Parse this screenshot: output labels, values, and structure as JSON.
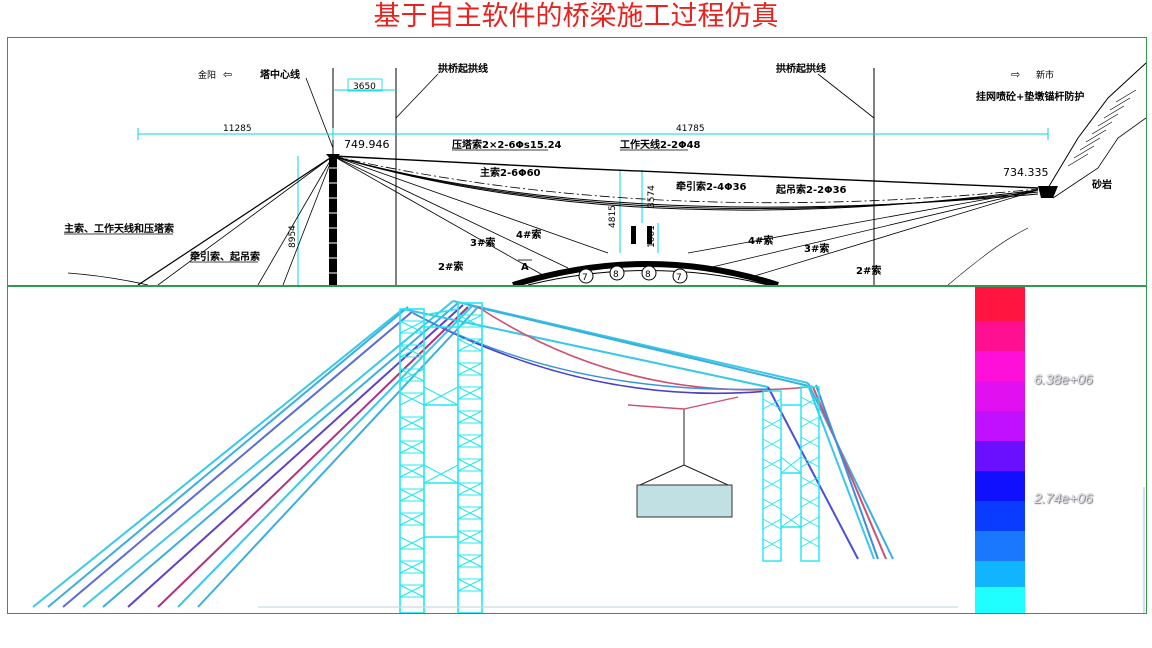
{
  "slide": {
    "title": "基于自主软件的桥梁施工过程仿真"
  },
  "drawing": {
    "left_direction": "金阳",
    "right_direction": "新市",
    "tower_center_label": "塔中心线",
    "arch_start_left": "拱桥起拱线",
    "arch_start_right": "拱桥起拱线",
    "protection_label": "挂网喷砼+垫墩锚杆防护",
    "rock_label": "砂岩",
    "dim_3650": "3650",
    "dim_11285": "11285",
    "dim_41785": "41785",
    "elev_left": "749.946",
    "elev_right": "734.335",
    "dim_8954": "8954",
    "dim_4815": "4815",
    "dim_3574": "3574",
    "dim_1001": "1001",
    "cable_press": "压塔索2×2-6Φs15.24",
    "cable_work": "工作天线2-2Φ48",
    "cable_main": "主索2-6Φ60",
    "cable_traction": "牵引索2-4Φ36",
    "cable_lift": "起吊索2-2Φ36",
    "label_main_work_press": "主索、工作天线和压塔索",
    "label_traction_lift": "牵引索、起吊索",
    "label_3": "3#索",
    "label_4": "4#索",
    "label_2": "2#索",
    "section_mark": "A",
    "arch_numbers": [
      "7",
      "8",
      "8",
      "7"
    ]
  },
  "simulation": {
    "legend": {
      "colors": [
        "#ff1540",
        "#ff1090",
        "#ff10d8",
        "#c810ff",
        "#6a10ff",
        "#1010ff",
        "#0a3cff",
        "#1a78ff",
        "#10b4ff",
        "#10e8ff",
        "#20ffff"
      ],
      "label_high": "6.38e+06",
      "label_low": "2.74e+06"
    }
  }
}
